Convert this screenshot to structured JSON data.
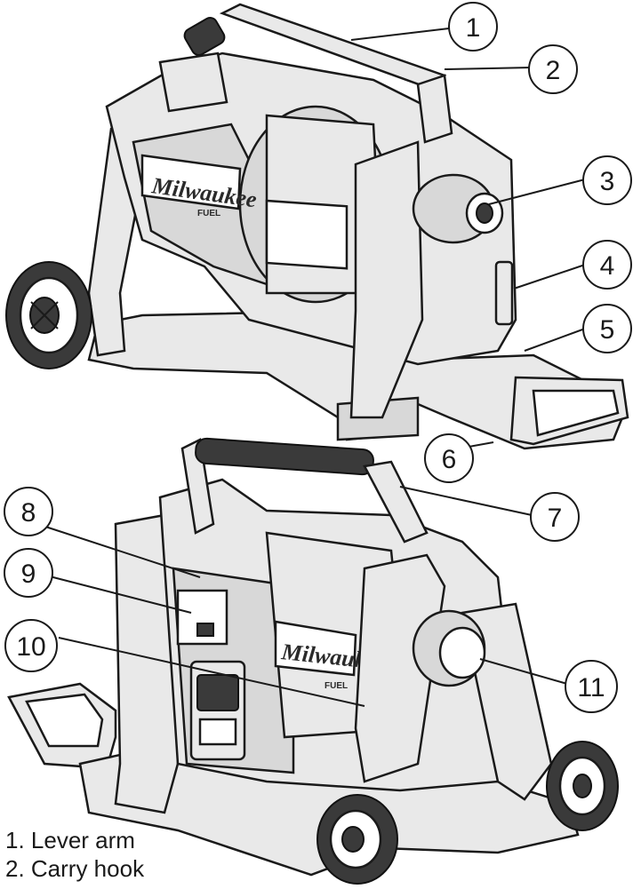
{
  "diagram": {
    "brand_label_top": "Milwaukee",
    "brand_label_bottom": "Milwaukee",
    "sub_label_top": "FUEL",
    "sub_label_bottom": "FUEL",
    "callouts": [
      "1",
      "2",
      "3",
      "4",
      "5",
      "6",
      "7",
      "8",
      "9",
      "10",
      "11"
    ]
  },
  "legend": {
    "items": [
      "1. Lever arm",
      "2. Carry hook"
    ]
  }
}
